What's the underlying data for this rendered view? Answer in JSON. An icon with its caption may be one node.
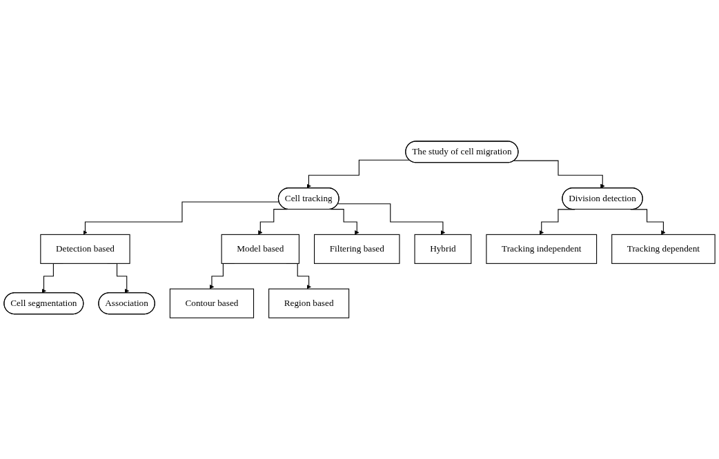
{
  "diagram": {
    "nodes": [
      {
        "text": [
          "The study of cell migration"
        ]
      },
      {
        "text": [
          "Cell tracking"
        ]
      },
      {
        "text": [
          "Division detection"
        ]
      },
      {
        "text": [
          "Detection based"
        ]
      },
      {
        "text": [
          "Model based"
        ]
      },
      {
        "text": [
          "Filtering based"
        ]
      },
      {
        "text": [
          "Hybrid"
        ]
      },
      {
        "text": [
          "Tracking independent"
        ]
      },
      {
        "text": [
          "Tracking dependent"
        ]
      },
      {
        "text": [
          "Cell segmentation"
        ]
      },
      {
        "text": [
          "Association"
        ]
      },
      {
        "text": [
          "Contour based"
        ]
      },
      {
        "text": [
          "Region based"
        ]
      }
    ],
    "edges": [
      {
        "from": 0,
        "to": 1,
        "arrow": "to"
      },
      {
        "from": 0,
        "to": 2,
        "arrow": "to"
      },
      {
        "from": 1,
        "to": 3,
        "arrow": "to"
      },
      {
        "from": 1,
        "to": 4,
        "arrow": "to"
      },
      {
        "from": 1,
        "to": 5,
        "arrow": "to"
      },
      {
        "from": 1,
        "to": 6,
        "arrow": "to"
      },
      {
        "from": 2,
        "to": 7,
        "arrow": "to"
      },
      {
        "from": 2,
        "to": 8,
        "arrow": "to"
      },
      {
        "from": 3,
        "to": 9,
        "arrow": "to"
      },
      {
        "from": 3,
        "to": 10,
        "arrow": "to"
      },
      {
        "from": 4,
        "to": 11,
        "arrow": "to"
      },
      {
        "from": 4,
        "to": 12,
        "arrow": "to"
      }
    ]
  }
}
